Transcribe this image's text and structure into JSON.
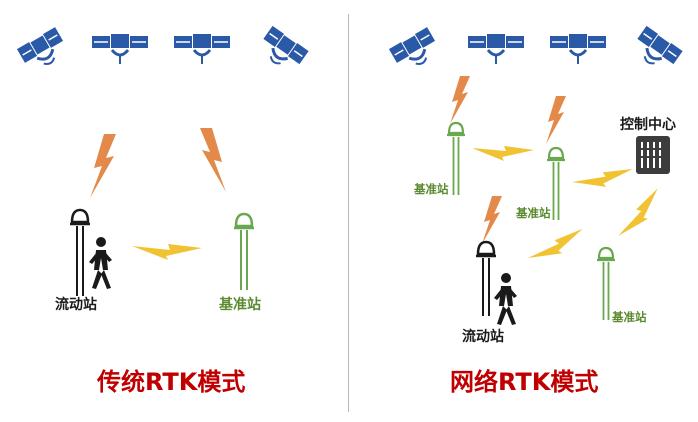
{
  "colors": {
    "satellite": "#2a5aa7",
    "signal_orange": "#e38a4a",
    "link_yellow": "#f1c232",
    "base_green": "#6aa84f",
    "rover_black": "#1a1a1a",
    "title_red": "#c00000",
    "server_gray": "#3c3c3c"
  },
  "left": {
    "rover_label": "流动站",
    "base_label": "基准站",
    "title": "传统RTK模式"
  },
  "right": {
    "control_label": "控制中心",
    "base_labels": [
      "基准站",
      "基准站",
      "基准站"
    ],
    "rover_label": "流动站",
    "title": "网络RTK模式"
  }
}
